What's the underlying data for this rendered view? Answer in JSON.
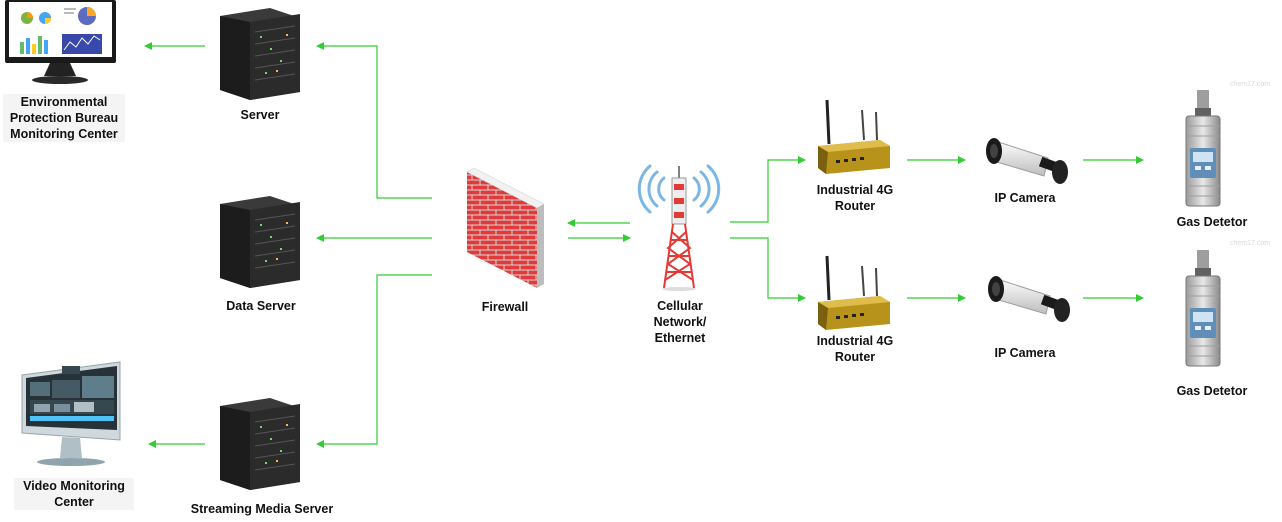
{
  "nodes": {
    "env_center": {
      "label_lines": [
        "Environmental",
        "Protection Bureau",
        "Monitoring Center"
      ]
    },
    "server": {
      "label": "Server"
    },
    "data_server": {
      "label": "Data Server"
    },
    "streaming_server": {
      "label": "Streaming Media Server"
    },
    "video_center": {
      "label_lines": [
        "Video Monitoring",
        "Center"
      ]
    },
    "firewall": {
      "label": "Firewall"
    },
    "cellular": {
      "label_lines": [
        "Cellular",
        "Network/",
        "Ethernet"
      ]
    },
    "router_1": {
      "label_lines": [
        "Industrial 4G",
        "Router"
      ]
    },
    "router_2": {
      "label_lines": [
        "Industrial 4G",
        "Router"
      ]
    },
    "camera_1": {
      "label": "IP Camera"
    },
    "camera_2": {
      "label": "IP Camera"
    },
    "gas_1": {
      "label": "Gas Detetor"
    },
    "gas_2": {
      "label": "Gas Detetor"
    }
  },
  "watermark": "chem17.com",
  "colors": {
    "arrow": "#33cc33",
    "firewall_brick": "#e03a3a",
    "tower": "#e53935",
    "server": "#2b2b2b",
    "router": "#c9a227"
  }
}
